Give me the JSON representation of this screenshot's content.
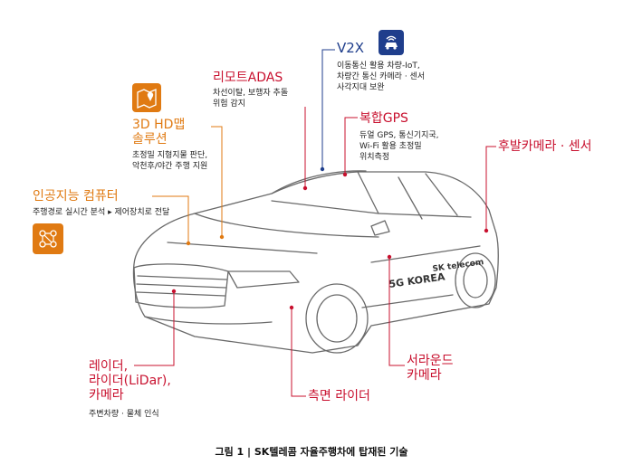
{
  "callouts": {
    "v2x": {
      "title": "V2X",
      "lines": [
        "이동통신 활용 차량-IoT,",
        "차량간 통신 카메라 · 센서",
        "사각지대 보완"
      ]
    },
    "remote_adas": {
      "title": "리모트ADAS",
      "lines": [
        "차선이탈, 보행자 추돌",
        "위험 감지"
      ]
    },
    "hd_map": {
      "title_line1": "3D HD맵",
      "title_line2": "솔루션",
      "lines": [
        "초정밀 지형지물 판단,",
        "악천후/야간 주행 지원"
      ]
    },
    "gps": {
      "title": "복합GPS",
      "lines": [
        "듀얼 GPS, 통신기지국,",
        "Wi-Fi 활용 초정밀",
        "위치측정"
      ]
    },
    "rear": {
      "title": "후발카메라 · 센서"
    },
    "ai": {
      "title": "인공지능 컴퓨터",
      "lines": [
        "주행경로 실시간 분석 ▸ 제어장치로 전달"
      ]
    },
    "radar": {
      "title_line1": "레이더,",
      "title_line2": "라이더(LiDar),",
      "title_line3": "카메라",
      "lines": [
        "주변차량 · 물체 인식"
      ]
    },
    "surround": {
      "title_line1": "서라운드",
      "title_line2": "카메라"
    },
    "side_lidar": {
      "title": "측면 라이더"
    }
  },
  "car_decal": {
    "line1": "5G KOREA",
    "line2": "SK telecom"
  },
  "caption": "그림 1 | SK텔레콤 자율주행차에 탑재된 기술",
  "colors": {
    "red": "#c8102e",
    "orange": "#e07a12",
    "blue": "#1f3e8c",
    "outline": "#555555"
  },
  "icons": [
    "car-network-icon",
    "map-pin-icon",
    "ai-chip-icon"
  ]
}
